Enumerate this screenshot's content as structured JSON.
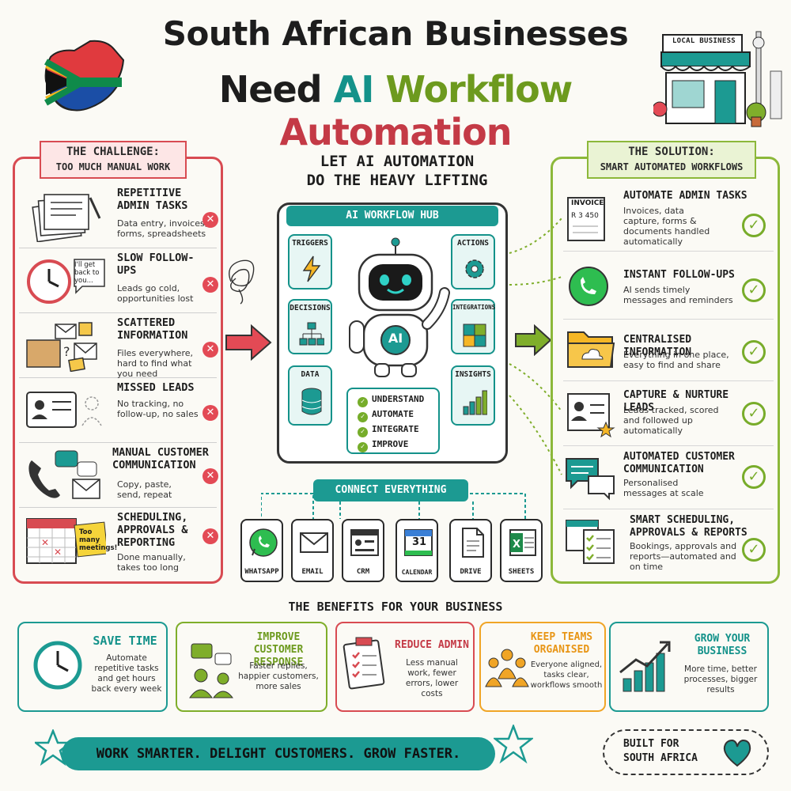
{
  "title": {
    "line1": "South African Businesses",
    "line2_part1": "Need ",
    "line2_part2": "AI",
    "line2_part3": " Workflow",
    "line2_part4": " Automation"
  },
  "store_sign": "LOCAL BUSINESS",
  "challenge": {
    "tag_line1": "THE CHALLENGE:",
    "tag_line2": "TOO MUCH MANUAL WORK",
    "items": [
      {
        "title": "REPETITIVE ADMIN TASKS",
        "desc": "Data entry, invoices, forms, spreadsheets",
        "icon": "paper-stack-icon"
      },
      {
        "title": "SLOW FOLLOW-UPS",
        "desc": "Leads go cold, opportunities lost",
        "icon": "clock-icon",
        "bubble": "I'll get back to you..."
      },
      {
        "title": "SCATTERED INFORMATION",
        "desc": "Files everywhere, hard to find what you need",
        "icon": "scattered-files-icon"
      },
      {
        "title": "MISSED LEADS",
        "desc": "No tracking, no follow-up, no sales",
        "icon": "contact-card-icon"
      },
      {
        "title": "MANUAL CUSTOMER COMMUNICATION",
        "desc": "Copy, paste, send, repeat",
        "icon": "phone-icon"
      },
      {
        "title": "SCHEDULING, APPROVALS & REPORTING",
        "desc": "Done manually, takes too long",
        "icon": "calendar-icon",
        "bubble": "Too many meetings!"
      }
    ]
  },
  "hub": {
    "heading_line1": "LET AI AUTOMATION",
    "heading_line2": "DO THE HEAVY LIFTING",
    "bar": "AI WORKFLOW HUB",
    "boxes": [
      {
        "label": "TRIGGERS",
        "icon": "lightning-icon"
      },
      {
        "label": "DECISIONS",
        "icon": "flowchart-icon"
      },
      {
        "label": "DATA",
        "icon": "database-icon"
      },
      {
        "label": "ACTIONS",
        "icon": "gear-icon"
      },
      {
        "label": "INTEGRATIONS",
        "icon": "puzzle-icon"
      },
      {
        "label": "INSIGHTS",
        "icon": "bar-chart-icon"
      }
    ],
    "robot_badge": "AI",
    "list": [
      "UNDERSTAND",
      "AUTOMATE",
      "INTEGRATE",
      "IMPROVE"
    ]
  },
  "connect": {
    "label": "CONNECT EVERYTHING",
    "apps": [
      {
        "label": "WHATSAPP",
        "icon": "whatsapp-icon"
      },
      {
        "label": "EMAIL",
        "icon": "envelope-icon"
      },
      {
        "label": "CRM",
        "icon": "crm-icon"
      },
      {
        "label": "CALENDAR",
        "icon": "calendar-icon",
        "day": "31"
      },
      {
        "label": "DRIVE",
        "icon": "document-icon"
      },
      {
        "label": "SHEETS",
        "icon": "sheets-icon"
      }
    ]
  },
  "solution": {
    "tag_line1": "THE SOLUTION:",
    "tag_line2": "SMART AUTOMATED WORKFLOWS",
    "items": [
      {
        "title": "AUTOMATE ADMIN TASKS",
        "desc": "Invoices, data capture, forms & documents handled automatically",
        "icon": "invoice-icon",
        "invoice_label": "INVOICE",
        "invoice_amount": "R 3 450"
      },
      {
        "title": "INSTANT FOLLOW-UPS",
        "desc": "AI sends timely messages and reminders",
        "icon": "whatsapp-icon"
      },
      {
        "title": "CENTRALISED INFORMATION",
        "desc": "Everything in one place, easy to find and share",
        "icon": "folder-icon"
      },
      {
        "title": "CAPTURE & NURTURE LEADS",
        "desc": "Leads tracked, scored and followed up automatically",
        "icon": "lead-card-icon"
      },
      {
        "title": "AUTOMATED CUSTOMER COMMUNICATION",
        "desc": "Personalised messages at scale",
        "icon": "chat-bubbles-icon"
      },
      {
        "title": "SMART SCHEDULING, APPROVALS & REPORTS",
        "desc": "Bookings, approvals and reports—automated and on time",
        "icon": "checklist-icon"
      }
    ]
  },
  "benefits": {
    "heading": "THE BENEFITS FOR YOUR BUSINESS",
    "items": [
      {
        "title": "SAVE TIME",
        "desc": "Automate repetitive tasks and get hours back every week",
        "color": "#1c9a92",
        "icon": "clock-icon"
      },
      {
        "title": "IMPROVE CUSTOMER RESPONSE",
        "desc": "Faster replies, happier customers, more sales",
        "color": "#7fae2b",
        "icon": "people-chat-icon"
      },
      {
        "title": "REDUCE ADMIN",
        "desc": "Less manual work, fewer errors, lower costs",
        "color": "#d84b52",
        "icon": "clipboard-icon"
      },
      {
        "title": "KEEP TEAMS ORGANISED",
        "desc": "Everyone aligned, tasks clear, workflows smooth",
        "color": "#f0a526",
        "icon": "team-icon"
      },
      {
        "title": "GROW YOUR BUSINESS",
        "desc": "More time, better processes, bigger results",
        "color": "#1c9a92",
        "icon": "growth-chart-icon"
      }
    ]
  },
  "footer": {
    "banner": "WORK SMARTER. DELIGHT CUSTOMERS. GROW FASTER.",
    "built_line1": "BUILT FOR",
    "built_line2": "SOUTH AFRICA"
  },
  "colors": {
    "teal": "#14928a",
    "green": "#6d9a1e",
    "red": "#c43a46",
    "orange": "#f0a526"
  }
}
